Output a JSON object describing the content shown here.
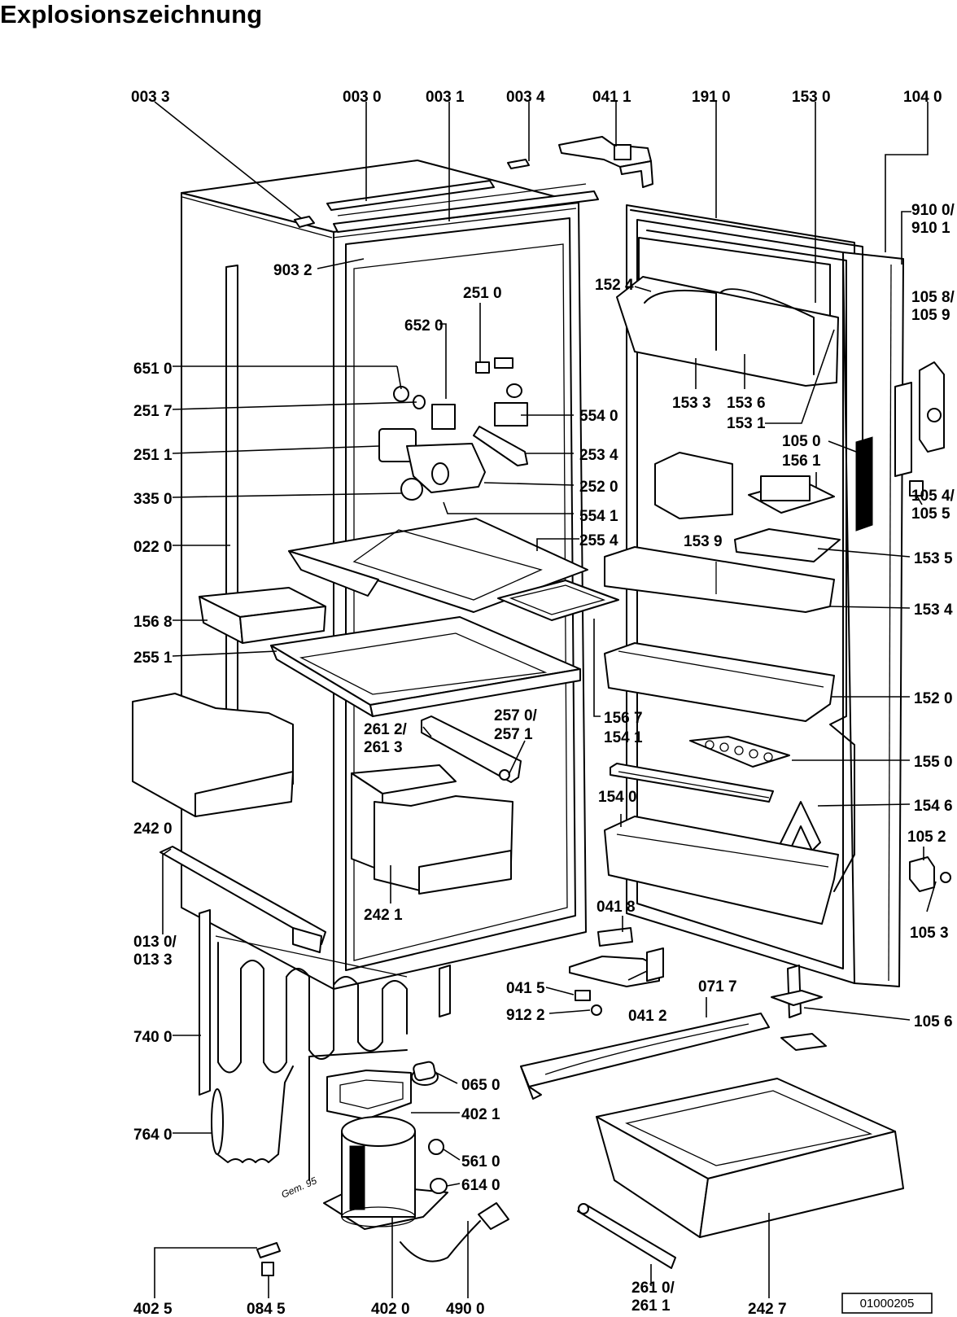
{
  "title": "Explosionszeichnung",
  "document_number": "01000205",
  "signature_text": "Gem. 95",
  "labels": [
    {
      "id": "p0033",
      "text": "003 3"
    },
    {
      "id": "p0030",
      "text": "003 0"
    },
    {
      "id": "p0031",
      "text": "003 1"
    },
    {
      "id": "p0034",
      "text": "003 4"
    },
    {
      "id": "p0411",
      "text": "041 1"
    },
    {
      "id": "p1910",
      "text": "191 0"
    },
    {
      "id": "p1530",
      "text": "153 0"
    },
    {
      "id": "p1040",
      "text": "104 0"
    },
    {
      "id": "p9100",
      "text": "910 0/"
    },
    {
      "id": "p9101",
      "text": "910 1"
    },
    {
      "id": "p9032",
      "text": "903 2"
    },
    {
      "id": "p2510",
      "text": "251 0"
    },
    {
      "id": "p1524",
      "text": "152 4"
    },
    {
      "id": "p1058",
      "text": "105 8/"
    },
    {
      "id": "p1059",
      "text": "105 9"
    },
    {
      "id": "p6520",
      "text": "652 0"
    },
    {
      "id": "p6510",
      "text": "651 0"
    },
    {
      "id": "p2517",
      "text": "251 7"
    },
    {
      "id": "p5540",
      "text": "554 0"
    },
    {
      "id": "p1533",
      "text": "153 3"
    },
    {
      "id": "p1536",
      "text": "153 6"
    },
    {
      "id": "p1531",
      "text": "153 1"
    },
    {
      "id": "p1050",
      "text": "105 0"
    },
    {
      "id": "p1561",
      "text": "156 1"
    },
    {
      "id": "p2511",
      "text": "251 1"
    },
    {
      "id": "p2534",
      "text": "253 4"
    },
    {
      "id": "p2520",
      "text": "252 0"
    },
    {
      "id": "p3350",
      "text": "335 0"
    },
    {
      "id": "p5541",
      "text": "554 1"
    },
    {
      "id": "p1054",
      "text": "105 4/"
    },
    {
      "id": "p1055",
      "text": "105 5"
    },
    {
      "id": "p0220",
      "text": "022 0"
    },
    {
      "id": "p2554",
      "text": "255 4"
    },
    {
      "id": "p1539",
      "text": "153 9"
    },
    {
      "id": "p1535",
      "text": "153 5"
    },
    {
      "id": "p1568",
      "text": "156 8"
    },
    {
      "id": "p1534",
      "text": "153 4"
    },
    {
      "id": "p2551",
      "text": "255 1"
    },
    {
      "id": "p1520",
      "text": "152 0"
    },
    {
      "id": "p2612",
      "text": "261 2/"
    },
    {
      "id": "p2613",
      "text": "261 3"
    },
    {
      "id": "p2570",
      "text": "257 0/"
    },
    {
      "id": "p2571",
      "text": "257 1"
    },
    {
      "id": "p1567",
      "text": "156 7"
    },
    {
      "id": "p1541",
      "text": "154 1"
    },
    {
      "id": "p1550",
      "text": "155 0"
    },
    {
      "id": "p2420",
      "text": "242 0"
    },
    {
      "id": "p1540",
      "text": "154 0"
    },
    {
      "id": "p1546",
      "text": "154 6"
    },
    {
      "id": "p1052",
      "text": "105 2"
    },
    {
      "id": "p2421",
      "text": "242 1"
    },
    {
      "id": "p0418",
      "text": "041 8"
    },
    {
      "id": "p0130",
      "text": "013 0/"
    },
    {
      "id": "p0133",
      "text": "013 3"
    },
    {
      "id": "p1053",
      "text": "105 3"
    },
    {
      "id": "p0415",
      "text": "041 5"
    },
    {
      "id": "p9122",
      "text": "912 2"
    },
    {
      "id": "p0412",
      "text": "041 2"
    },
    {
      "id": "p0717",
      "text": "071 7"
    },
    {
      "id": "p7400",
      "text": "740 0"
    },
    {
      "id": "p1056",
      "text": "105 6"
    },
    {
      "id": "p0650",
      "text": "065 0"
    },
    {
      "id": "p4021",
      "text": "402 1"
    },
    {
      "id": "p7640",
      "text": "764 0"
    },
    {
      "id": "p5610",
      "text": "561 0"
    },
    {
      "id": "p6140",
      "text": "614 0"
    },
    {
      "id": "p4025",
      "text": "402 5"
    },
    {
      "id": "p0845",
      "text": "084 5"
    },
    {
      "id": "p4020",
      "text": "402 0"
    },
    {
      "id": "p4900",
      "text": "490 0"
    },
    {
      "id": "p2610",
      "text": "261 0/"
    },
    {
      "id": "p2611",
      "text": "261 1"
    },
    {
      "id": "p2427",
      "text": "242 7"
    }
  ]
}
